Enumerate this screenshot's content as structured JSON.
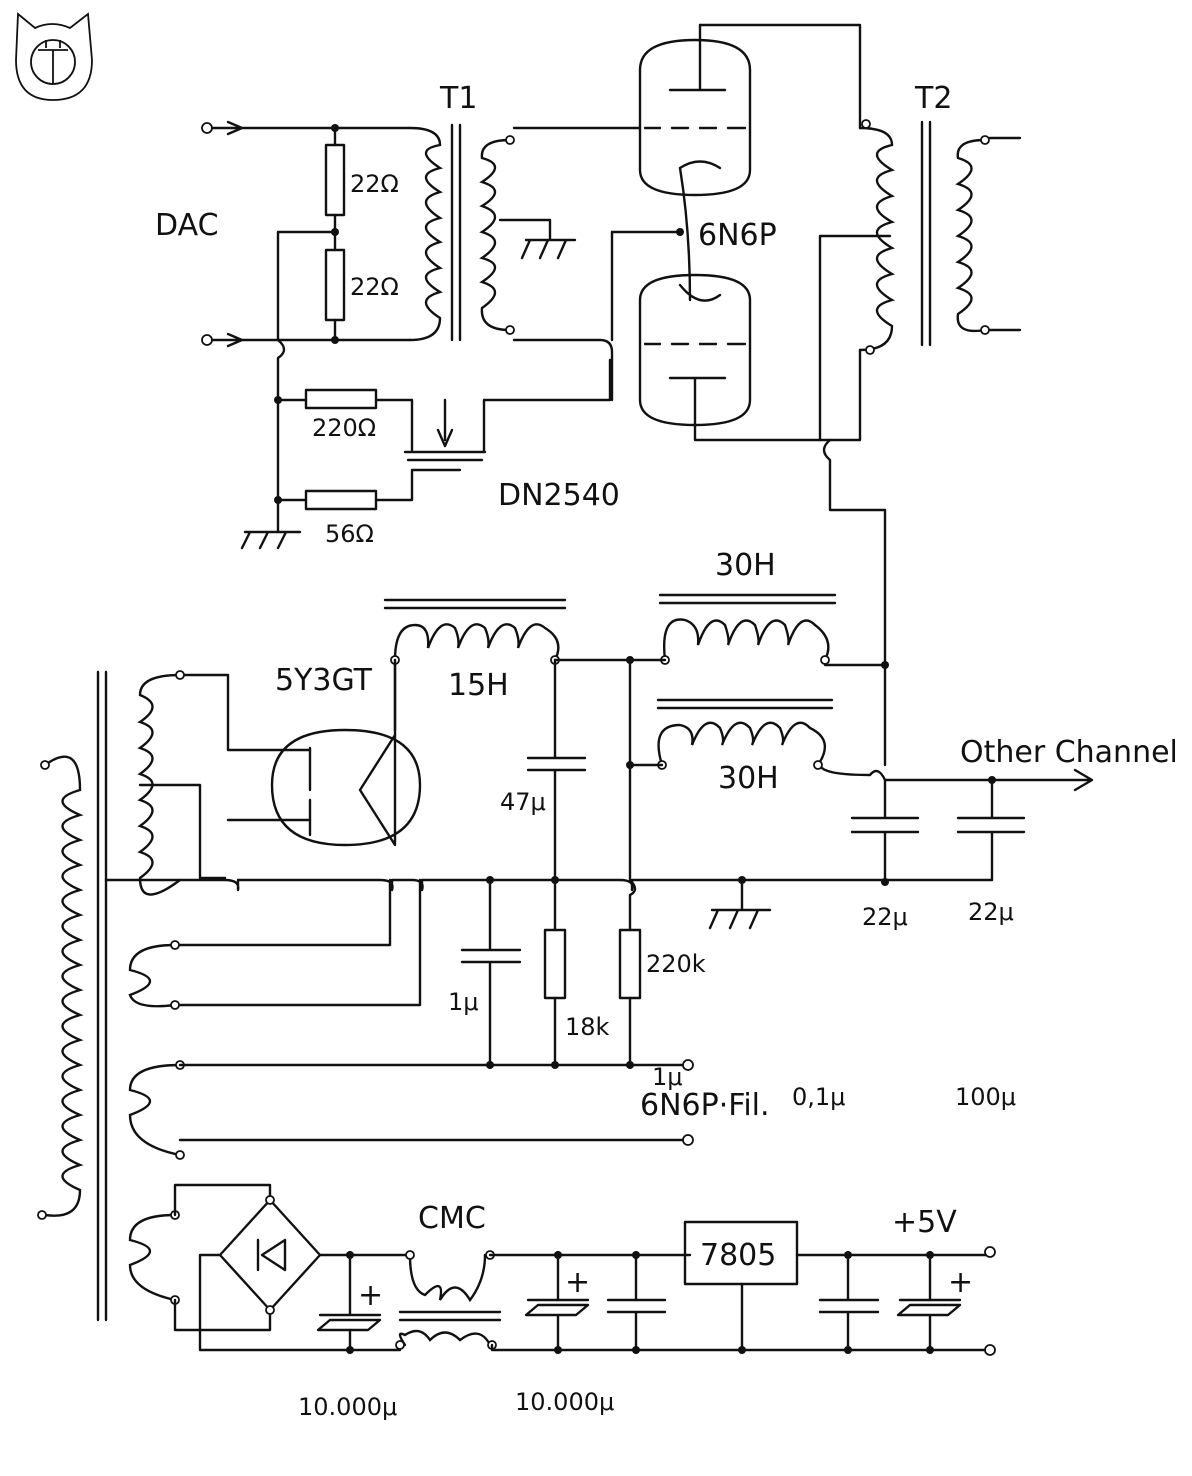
{
  "labels": {
    "dac": "DAC",
    "t1": "T1",
    "t2": "T2",
    "tube_6n6p": "6N6P",
    "r22a": "22Ω",
    "r22b": "22Ω",
    "r220": "220Ω",
    "r56": "56Ω",
    "mosfet": "DN2540",
    "rectifier": "5Y3GT",
    "choke15": "15H",
    "choke30a": "30H",
    "choke30b": "30H",
    "c47": "47μ",
    "c1a": "1μ",
    "r18k": "18k",
    "r220k": "220k",
    "c22a": "22μ",
    "c22b": "22μ",
    "other_channel": "Other Channel",
    "fil": "6N6P·Fil.",
    "cmc": "CMC",
    "reg": "7805",
    "plus5v": "+5V",
    "c10000a": "10.000μ",
    "c10000b": "10.000μ",
    "c1b": "1μ",
    "c01": "0,1μ",
    "c100": "100μ",
    "plus_a": "+",
    "plus_b": "+",
    "plus_c": "+"
  }
}
